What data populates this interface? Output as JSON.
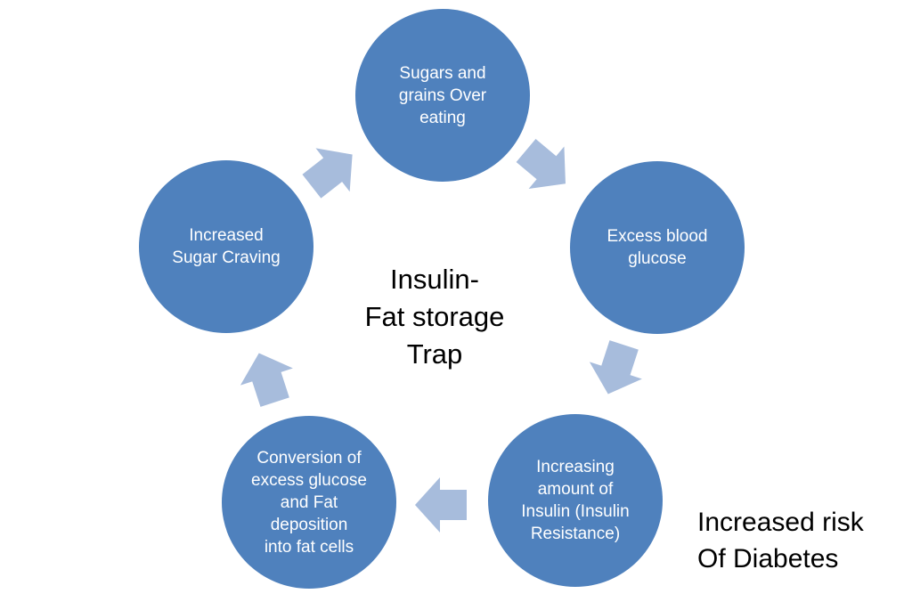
{
  "diagram": {
    "center_label": "Insulin-\nFat storage\nTrap",
    "side_note": "Increased risk\nOf Diabetes",
    "colors": {
      "node_fill": "#4f81bd",
      "arrow_fill": "#a7bcdc",
      "node_text": "#ffffff"
    },
    "nodes": [
      {
        "label": "Sugars and\ngrains Over\neating"
      },
      {
        "label": "Excess blood\nglucose"
      },
      {
        "label": "Increasing\namount of\nInsulin (Insulin\nResistance)"
      },
      {
        "label": "Conversion of\nexcess glucose\nand Fat\ndeposition\ninto fat cells"
      },
      {
        "label": "Increased\nSugar Craving"
      }
    ]
  }
}
